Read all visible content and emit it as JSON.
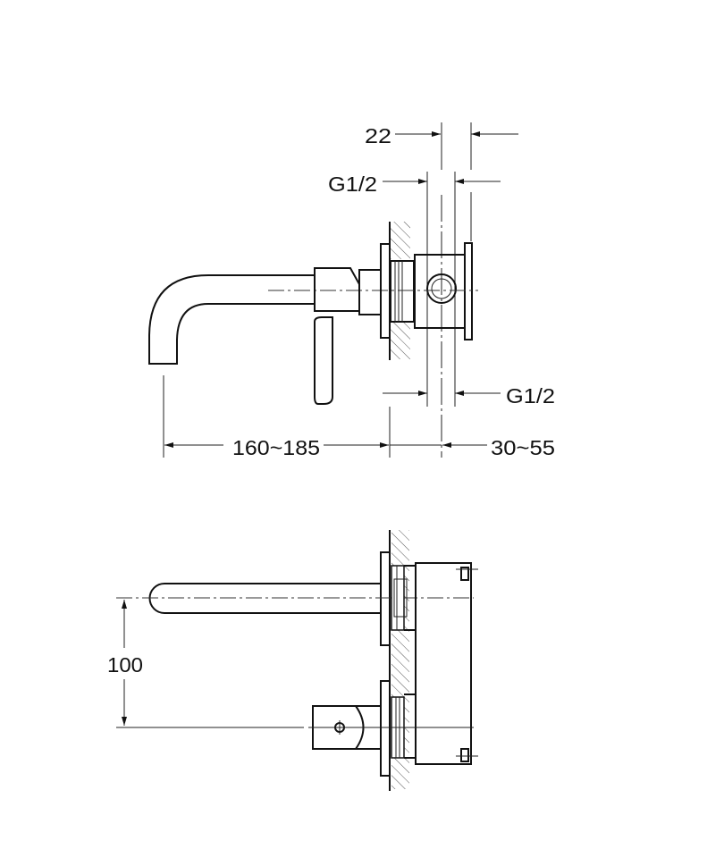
{
  "drawing": {
    "side_view": {
      "dim_top_width": "22",
      "dim_upper_thread": "G1/2",
      "dim_lower_thread": "G1/2",
      "dim_spout_reach": "160~185",
      "dim_wall_depth": "30~55"
    },
    "front_view": {
      "dim_spout_handle_spacing": "100"
    }
  }
}
